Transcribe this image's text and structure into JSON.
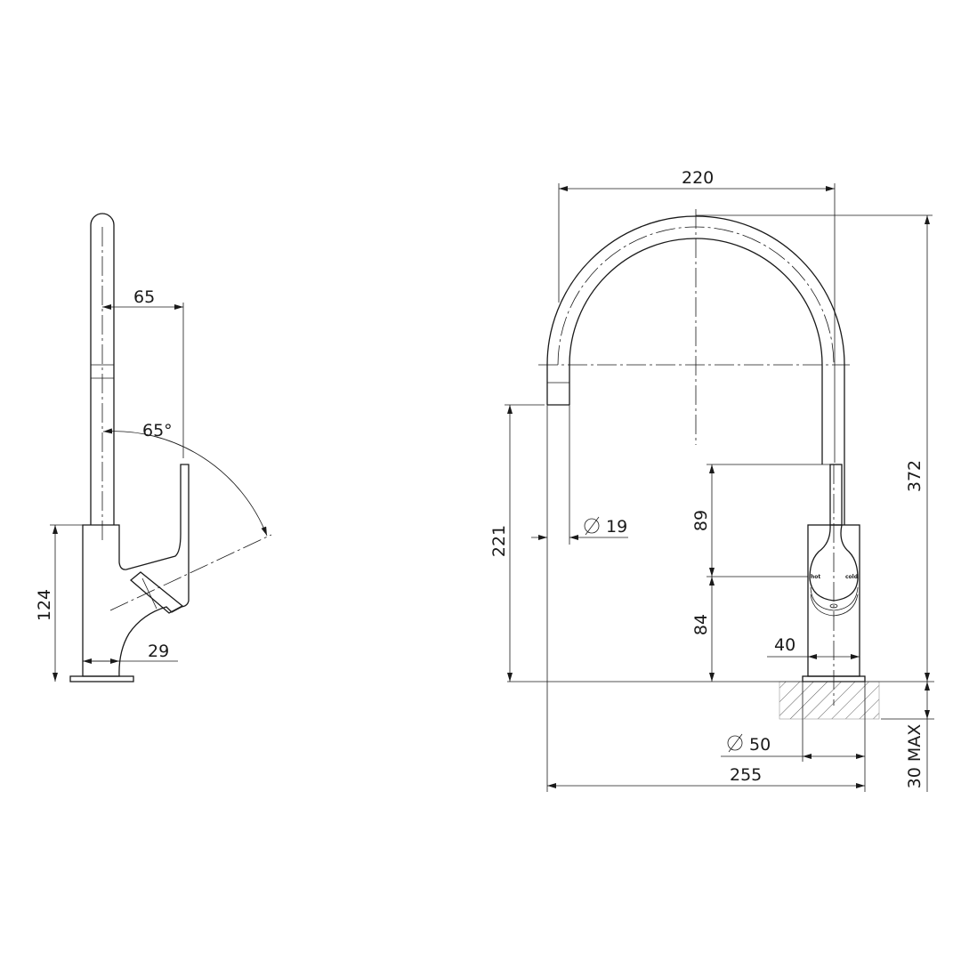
{
  "side_view": {
    "dim_spout_reach": "65",
    "dim_lever_angle": "65°",
    "dim_body_height": "124",
    "dim_body_depth": "29"
  },
  "front_view": {
    "dim_spout_width": "220",
    "dim_total_height": "372",
    "dim_spout_outlet_height": "221",
    "dim_outlet_diameter": "19",
    "dim_upper_tube": "89",
    "dim_body": "84",
    "dim_body_width": "40",
    "dim_base_diameter": "50",
    "dim_total_reach": "255",
    "dim_bench_thickness": "30 MAX",
    "handle_label_hot": "hot",
    "handle_label_cold": "cold"
  }
}
